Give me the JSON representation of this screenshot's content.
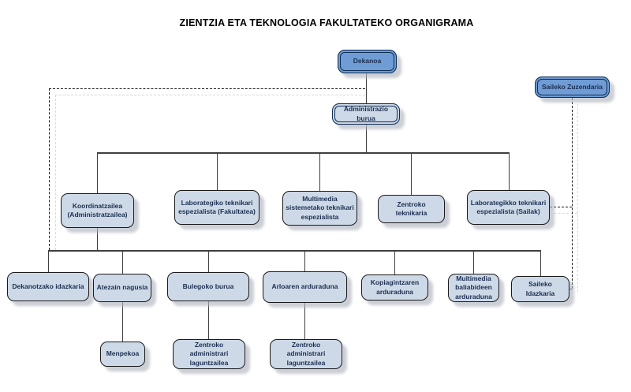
{
  "title": "ZIENTZIA ETA TEKNOLOGIA FAKULTATEKO ORGANIGRAMA",
  "colors": {
    "primary_fill": "#6f9cd4",
    "primary_border": "#0f2c52",
    "secondary_fill": "#cdd9e7",
    "secondary_border": "#1a1a1a",
    "label_text": "#1c2f52",
    "line": "#3f3f3f",
    "dashed_line": "#1a1a1a"
  },
  "nodes": {
    "dekanoa": {
      "label": "Dekanoa"
    },
    "saileko_zuzendaria": {
      "label": "Saileko Zuzendaria"
    },
    "administrazio_burua": {
      "label": "Administrazio burua"
    },
    "koordinatzailea": {
      "label": "Koordinatzailea (Administratzailea)"
    },
    "lab_teknikari_fakultatea": {
      "label": "Laborategiko teknikari espezialista (Fakultatea)"
    },
    "multimedia_teknikari": {
      "label": "Multimedia sistemetako teknikari espezialista"
    },
    "zentroko_teknikaria": {
      "label": "Zentroko teknikaria"
    },
    "lab_teknikari_sailak": {
      "label": "Laborategikko teknikari espezialista (Sailak)"
    },
    "dekanotzako_idazkaria": {
      "label": "Dekanotzako idazkaria"
    },
    "atezain_nagusia": {
      "label": "Atezain nagusia"
    },
    "bulegoko_burua": {
      "label": "Bulegoko burua"
    },
    "arloaren_arduraduna": {
      "label": "Arloaren arduraduna"
    },
    "kopiagintzaren_arduraduna": {
      "label": "Kopiagintzaren arduraduna"
    },
    "multimedia_baliabideen": {
      "label": "Multimedia baliabideen arduraduna"
    },
    "saileko_idazkaria": {
      "label": "Saileko Idazkaria"
    },
    "menpekoa": {
      "label": "Menpekoa"
    },
    "zentroko_administrari_1": {
      "label": "Zentroko administrari laguntzailea"
    },
    "zentroko_administrari_2": {
      "label": "Zentroko administrari laguntzailea"
    }
  }
}
